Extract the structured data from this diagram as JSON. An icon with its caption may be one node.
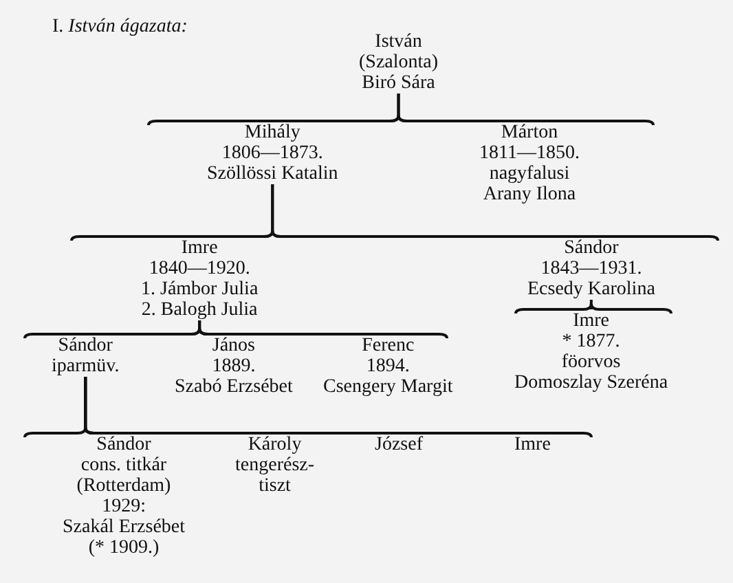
{
  "diagram": {
    "title": "I. *István ágazata:*",
    "nodes": [
      {
        "text": [
          "István",
          "(Szalonta)",
          "Biró Sára"
        ]
      },
      {
        "text": [
          "Mihály",
          "1806—1873.",
          "Szöllössi Katalin"
        ]
      },
      {
        "text": [
          "Márton",
          "1811—1850.",
          "nagyfalusi Arany Ilona"
        ]
      },
      {
        "text": [
          "Imre",
          "1840—1920.",
          "1. Jámbor Julia",
          "2. Balogh Julia"
        ]
      },
      {
        "text": [
          "Sándor",
          "1843—1931.",
          "Ecsedy Karolina"
        ]
      },
      {
        "text": [
          "Sándor",
          "iparmüv."
        ]
      },
      {
        "text": [
          "János",
          "1889.",
          "Szabó Erzsébet"
        ]
      },
      {
        "text": [
          "Ferenc",
          "1894.",
          "Csengery Margit"
        ]
      },
      {
        "text": [
          "Imre",
          "* 1877.",
          "föorvos",
          "Domoszlay Szeréna"
        ]
      },
      {
        "text": [
          "Sándor",
          "cons. titkár",
          "(Rotterdam)",
          "1929:",
          "Szakál Erzsébet",
          "(* 1909.)"
        ]
      },
      {
        "text": [
          "Károly",
          "tengerész-",
          "tiszt"
        ]
      },
      {
        "text": [
          "József"
        ]
      },
      {
        "text": [
          "Imre"
        ]
      }
    ],
    "edges": [
      {
        "from": 0,
        "to": 1,
        "arrow": "none"
      },
      {
        "from": 0,
        "to": 2,
        "arrow": "none"
      },
      {
        "from": 1,
        "to": 3,
        "arrow": "none"
      },
      {
        "from": 1,
        "to": 4,
        "arrow": "none"
      },
      {
        "from": 3,
        "to": 5,
        "arrow": "none"
      },
      {
        "from": 3,
        "to": 6,
        "arrow": "none"
      },
      {
        "from": 3,
        "to": 7,
        "arrow": "none"
      },
      {
        "from": 4,
        "to": 8,
        "arrow": "none"
      },
      {
        "from": 5,
        "to": 9,
        "arrow": "none"
      },
      {
        "from": 5,
        "to": 10,
        "arrow": "none"
      },
      {
        "from": 5,
        "to": 11,
        "arrow": "none"
      },
      {
        "from": 5,
        "to": 12,
        "arrow": "none"
      }
    ]
  }
}
